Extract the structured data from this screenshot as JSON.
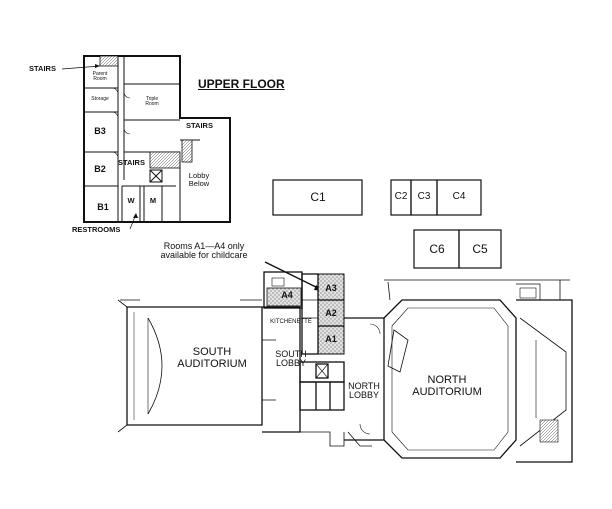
{
  "upper_floor": {
    "title": "UPPER FLOOR",
    "labels": {
      "stairs_top": "STAIRS",
      "parent_room": "Parent Room",
      "storage": "Storage",
      "triple_room": "Triple Room",
      "b3": "B3",
      "b2": "B2",
      "b1": "B1",
      "stairs_mid": "STAIRS",
      "stairs_right": "STAIRS",
      "lobby_below": "Lobby Below",
      "w": "W",
      "m": "M",
      "restrooms": "RESTROOMS"
    }
  },
  "c_rooms": {
    "c1": "C1",
    "c2": "C2",
    "c3": "C3",
    "c4": "C4",
    "c6": "C6",
    "c5": "C5"
  },
  "note": {
    "line1": "Rooms A1—A4 only",
    "line2": "available for childcare"
  },
  "main_floor": {
    "a1": "A1",
    "a2": "A2",
    "a3": "A3",
    "a4": "A4",
    "kitchenette": "KITCHENETTE",
    "south_auditorium_1": "SOUTH",
    "south_auditorium_2": "AUDITORIUM",
    "south_lobby_1": "SOUTH",
    "south_lobby_2": "LOBBY",
    "north_lobby_1": "NORTH",
    "north_lobby_2": "LOBBY",
    "north_auditorium_1": "NORTH",
    "north_auditorium_2": "AUDITORIUM"
  }
}
